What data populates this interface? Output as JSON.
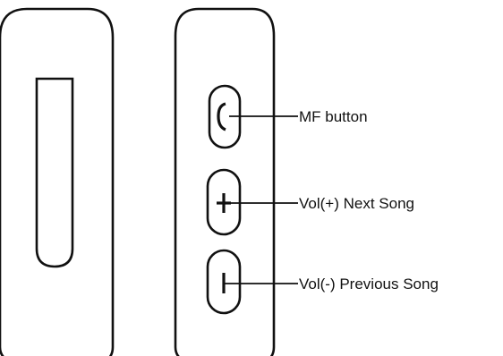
{
  "callouts": [
    {
      "label": "MF button"
    },
    {
      "label": "Vol(+) Next Song"
    },
    {
      "label": "Vol(-) Previous Song"
    }
  ],
  "colors": {
    "stroke": "#111111",
    "background": "#ffffff"
  },
  "icons": {
    "mf_button": "phone-handset-icon",
    "vol_up_button": "plus-icon",
    "vol_down_button": "minus-icon"
  }
}
